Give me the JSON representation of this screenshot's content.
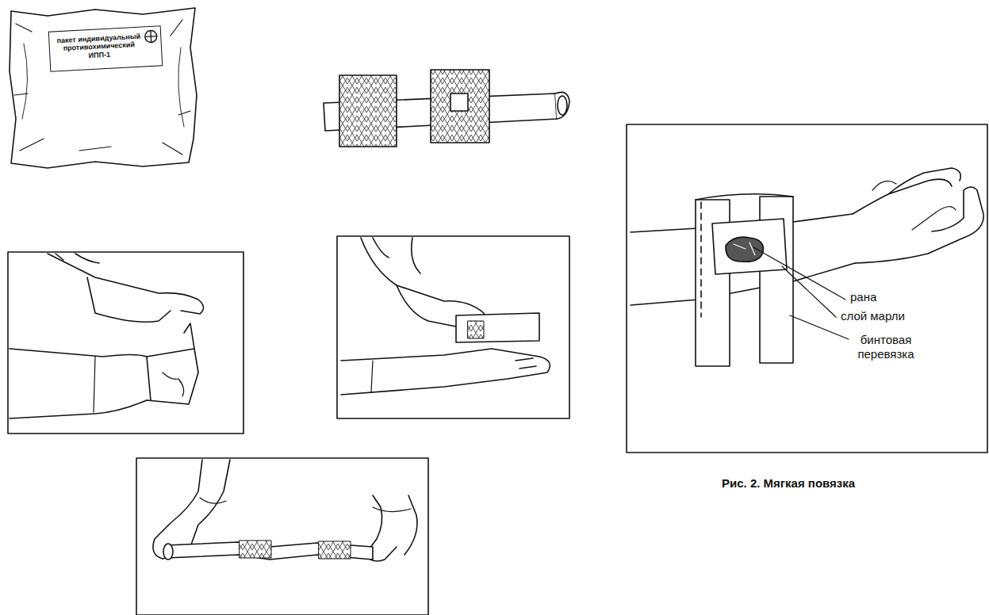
{
  "diagram": {
    "caption": "Рис. 2. Мягкая повязка",
    "nodes": [
      {
        "text": [
          "пакет индивидуальный противохимический ИПП-1"
        ]
      }
    ],
    "labels": [
      "рана",
      "слой марли",
      "бинтовая перевязка"
    ]
  }
}
